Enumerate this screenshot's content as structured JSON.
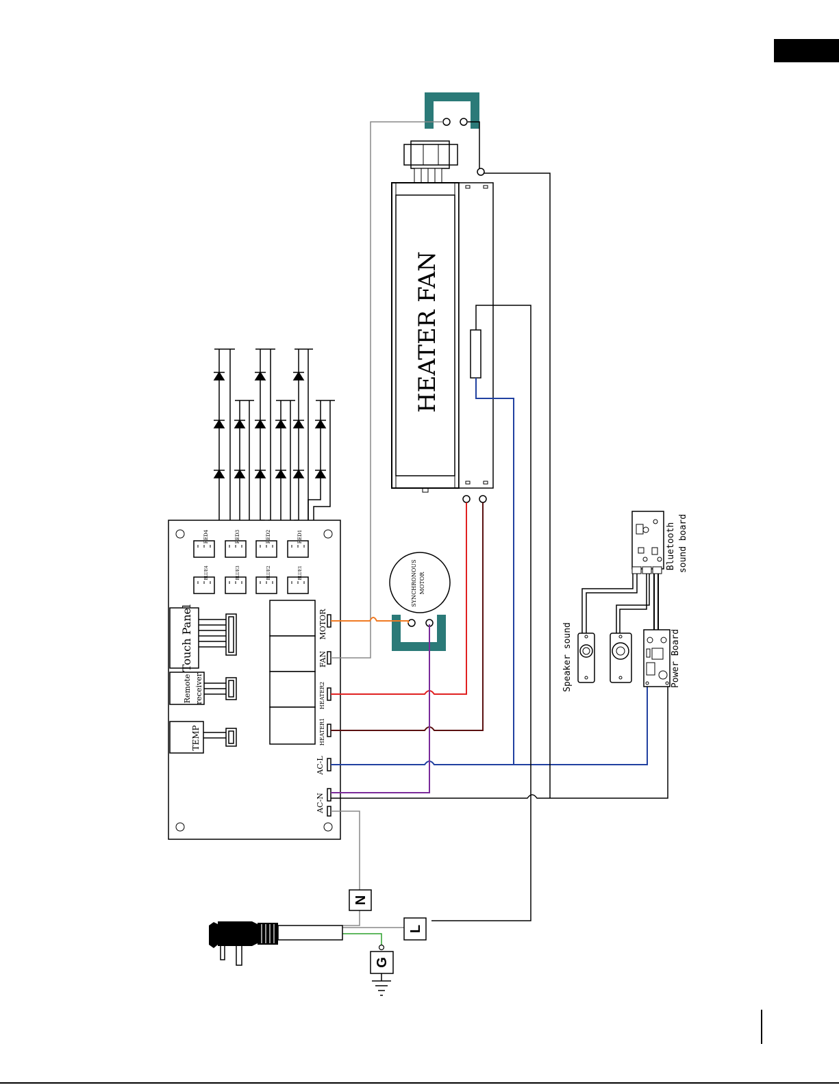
{
  "labels": {
    "heater_fan": "HEATER FAN",
    "synchronous_motor_line1": "SYNCHRONOUS",
    "synchronous_motor_line2": "MOTOR",
    "touch_panel": "Touch Panel",
    "remote_line1": "Remote",
    "remote_line2": "receiver",
    "temp": "TEMP",
    "motor": "MOTOR",
    "fan": "FAN",
    "heater2": "HEATER2",
    "heater1": "HEATER1",
    "ac_l": "AC-L",
    "ac_n": "AC-N",
    "speaker": "Speaker sound",
    "bluetooth_line1": "Bluetooth",
    "bluetooth_line2": "sound board",
    "power_board": "Power Board",
    "n_box": "N",
    "l_box": "L",
    "g_box": "G",
    "red4": "RED4",
    "red3": "RED3",
    "red2": "RED2",
    "red1": "RED1",
    "blue4": "BLUE4",
    "blue3": "BLUE3",
    "blue2": "BLUE2",
    "blue1": "BLUE1"
  },
  "colors": {
    "teal": "#2b7a78",
    "orange": "#f07a22",
    "red": "#e02020",
    "dark_red": "#5a1010",
    "blue": "#2040a0",
    "purple": "#7a2a9a",
    "green": "#2ca02c",
    "gray": "#888888",
    "black": "#000000"
  }
}
